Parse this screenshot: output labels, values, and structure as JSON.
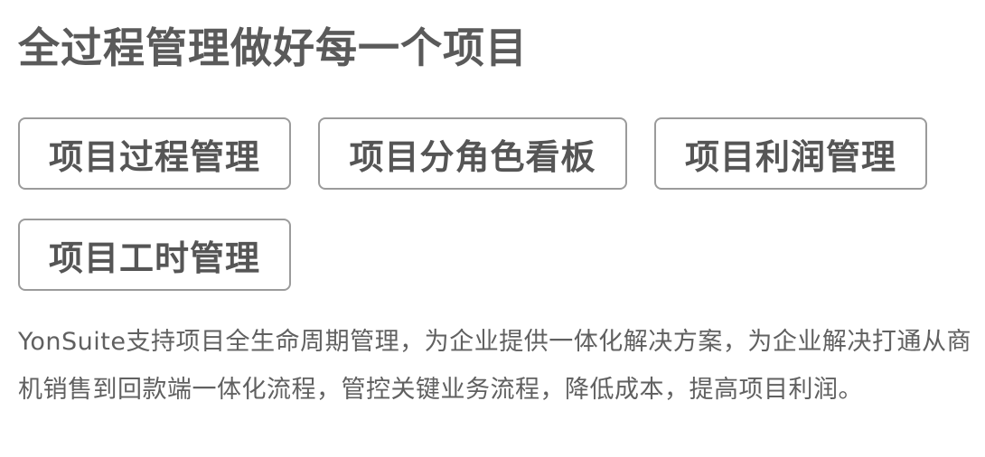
{
  "header": {
    "title": "全过程管理做好每一个项目"
  },
  "tags": [
    {
      "label": "项目过程管理"
    },
    {
      "label": "项目分角色看板"
    },
    {
      "label": "项目利润管理"
    },
    {
      "label": "项目工时管理"
    }
  ],
  "description": {
    "text": "YonSuite支持项目全生命周期管理，为企业提供一体化解决方案，为企业解决打通从商机销售到回款端一体化流程，管控关键业务流程，降低成本，提高项目利润。"
  }
}
